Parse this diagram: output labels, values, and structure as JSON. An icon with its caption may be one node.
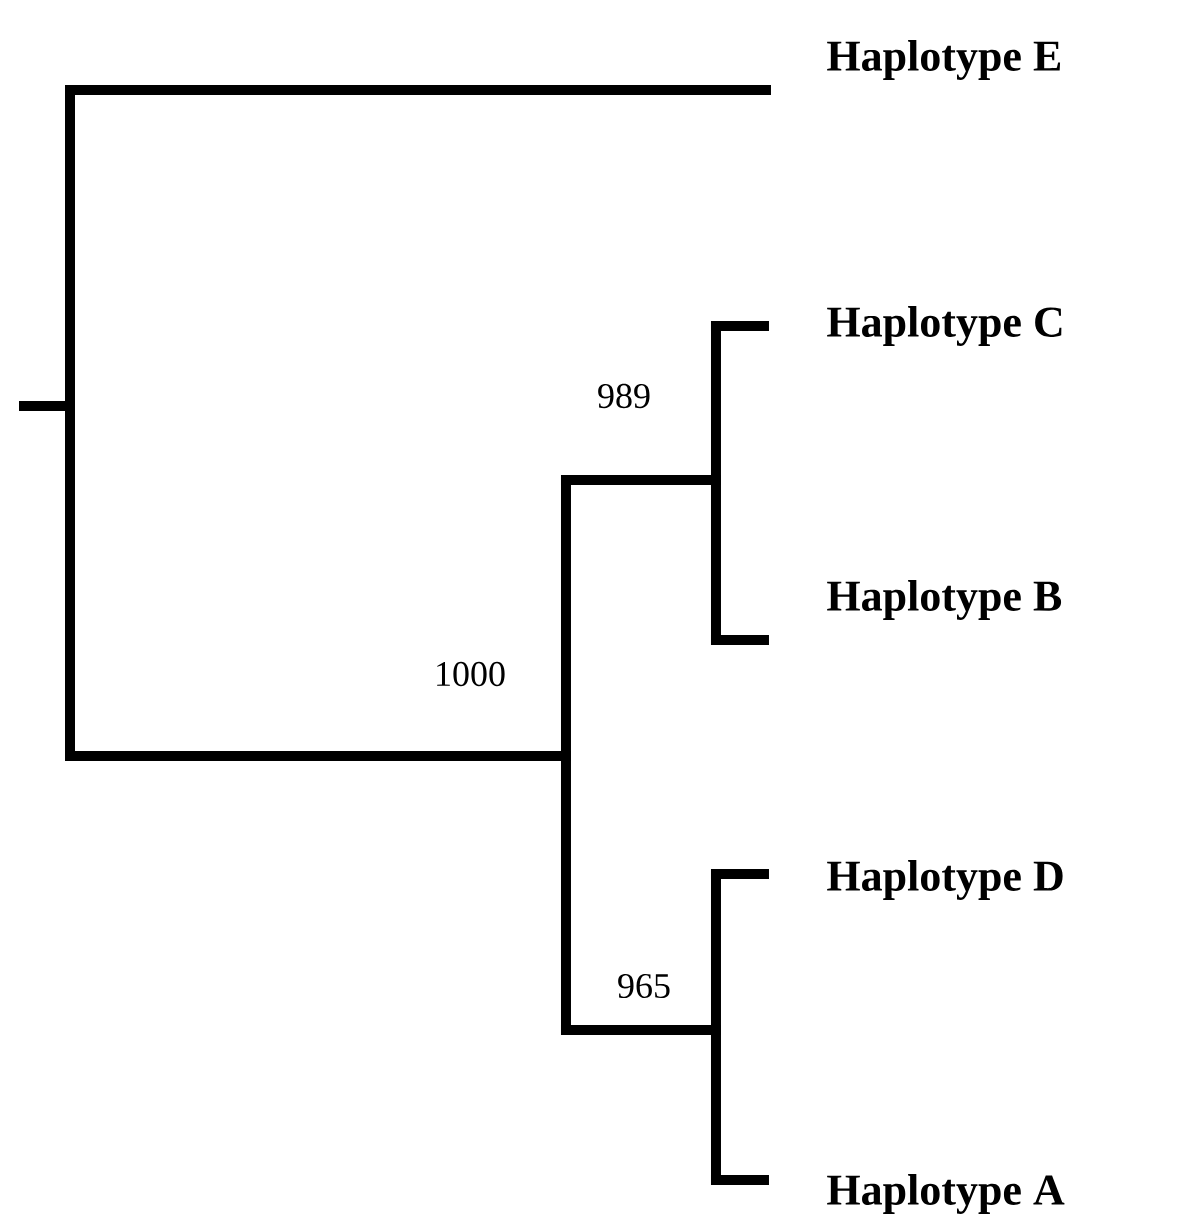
{
  "diagram": {
    "nodes": [
      {
        "text": [
          "Haplotype E"
        ]
      },
      {
        "text": [
          "Haplotype C"
        ]
      },
      {
        "text": [
          "Haplotype B"
        ]
      },
      {
        "text": [
          "Haplotype D"
        ]
      },
      {
        "text": [
          "Haplotype A"
        ]
      }
    ],
    "labels": [
      "989",
      "1000",
      "965"
    ]
  }
}
